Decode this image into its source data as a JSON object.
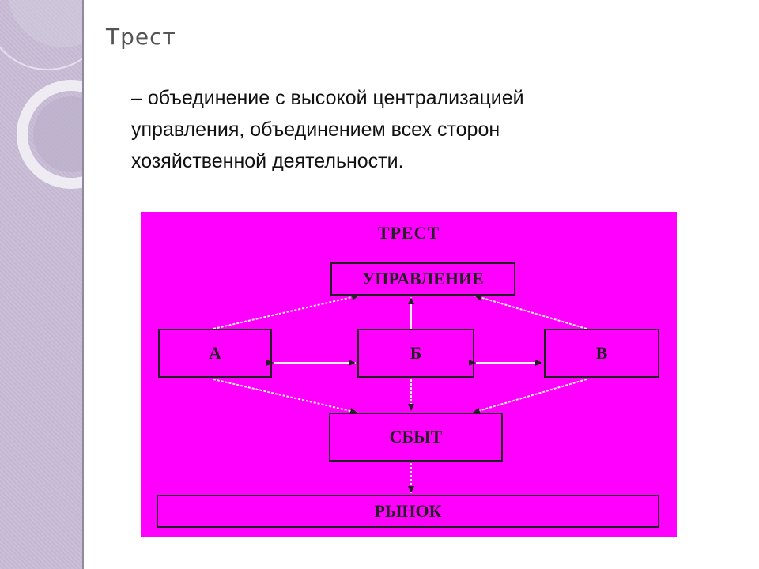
{
  "slide": {
    "title": "Трест",
    "definition_lines": [
      "– объединение с высокой централизацией",
      "управления, объединением всех сторон",
      "хозяйственной деятельности."
    ]
  },
  "diagram": {
    "title": "ТРЕСТ",
    "nodes": {
      "management": "УПРАВЛЕНИЕ",
      "a": "А",
      "b": "Б",
      "v": "В",
      "sales": "СБЫТ",
      "market": "РЫНОК"
    },
    "colors": {
      "background": "#ff00ff",
      "stroke": "#222222"
    }
  }
}
